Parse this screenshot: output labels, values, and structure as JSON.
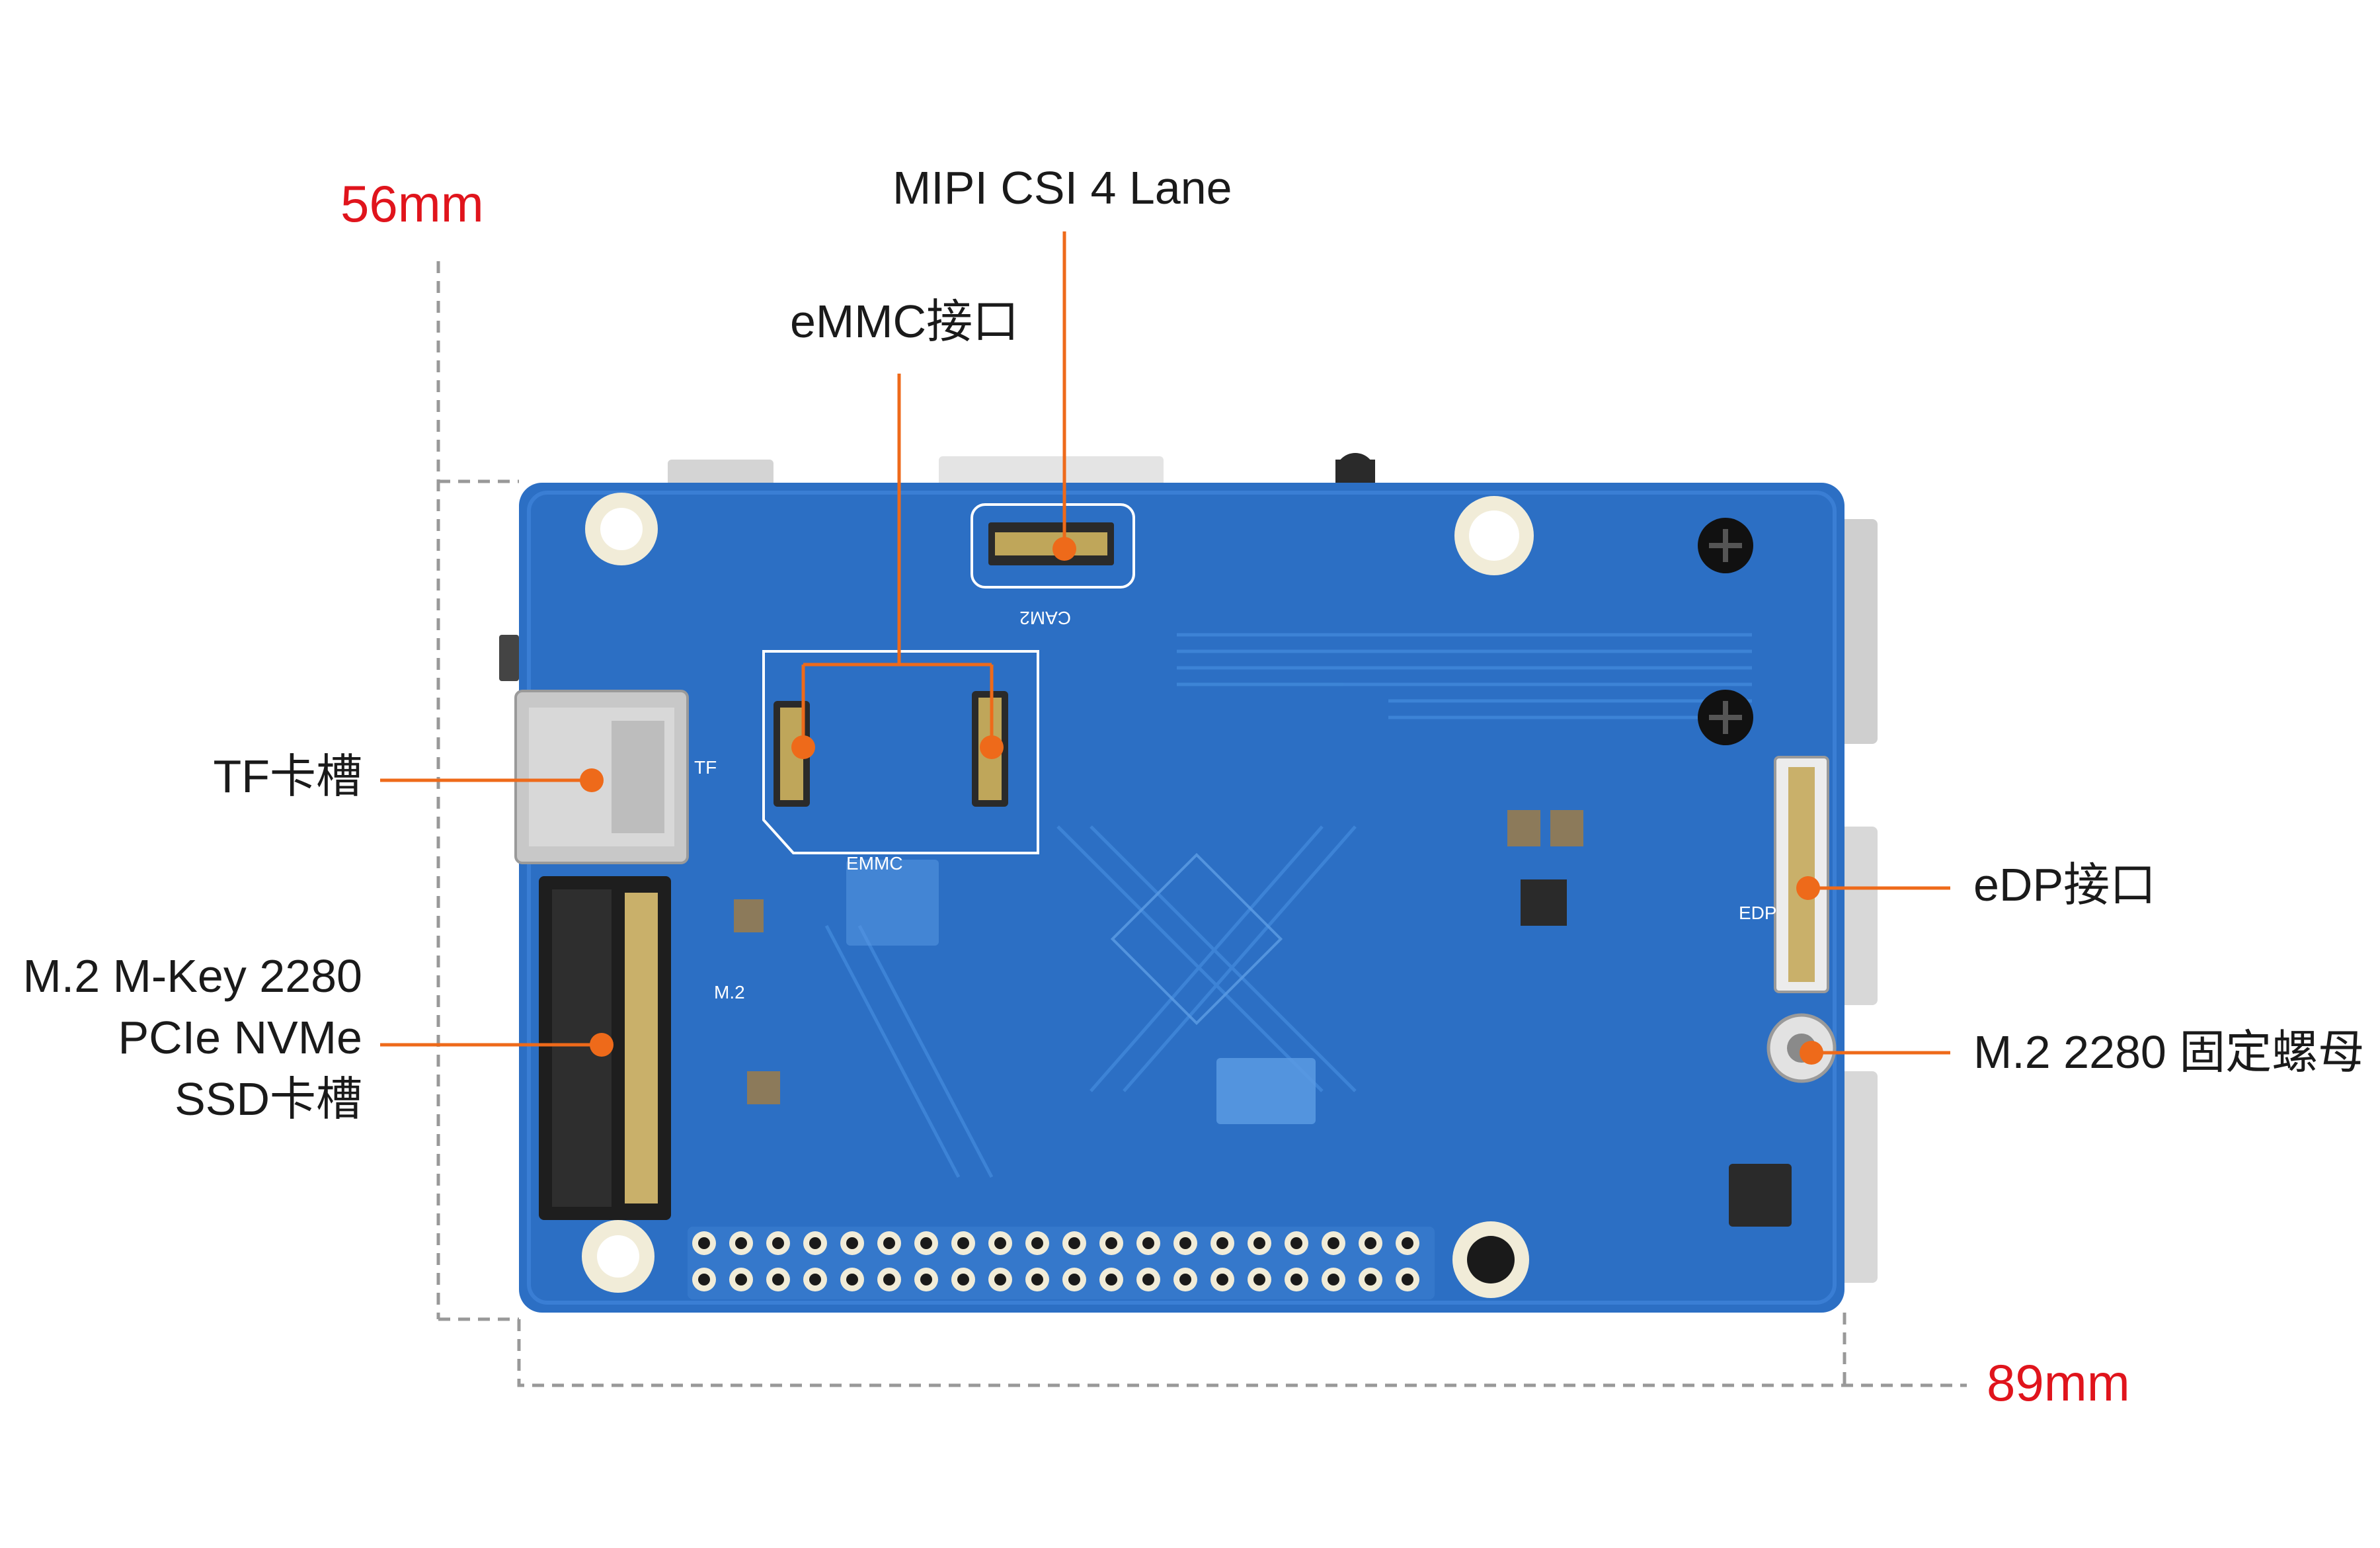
{
  "dimensions": {
    "height": "56mm",
    "width": "89mm"
  },
  "callouts": {
    "mipi": "MIPI CSI 4 Lane",
    "emmc": "eMMC接口",
    "tf": "TF卡槽",
    "m2_line1": "M.2 M-Key 2280",
    "m2_line2": "PCIe NVMe",
    "m2_line3": "SSD卡槽",
    "edp": "eDP接口",
    "nut": "M.2 2280 固定螺母"
  },
  "board_silk": {
    "cam": "CAM2",
    "emmc": "EMMC",
    "edp": "EDP",
    "tf": "TF",
    "m2": "M.2"
  },
  "colors": {
    "board": "#2c6fc4",
    "accent": "#ee6a1a",
    "dimension": "#e0141c"
  }
}
